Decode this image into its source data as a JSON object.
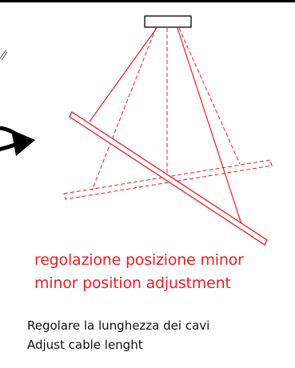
{
  "colors": {
    "accent_red": "#ed1c24",
    "line": "#000000",
    "text": "#111111"
  },
  "labels": {
    "adjust_it": "regolazione posizione minor",
    "adjust_en": "minor position adjustment",
    "instruction_it": "Regolare la lunghezza dei cavi",
    "instruction_en": "Adjust cable lenght"
  },
  "icons": {
    "direction": "arrow-icon"
  }
}
